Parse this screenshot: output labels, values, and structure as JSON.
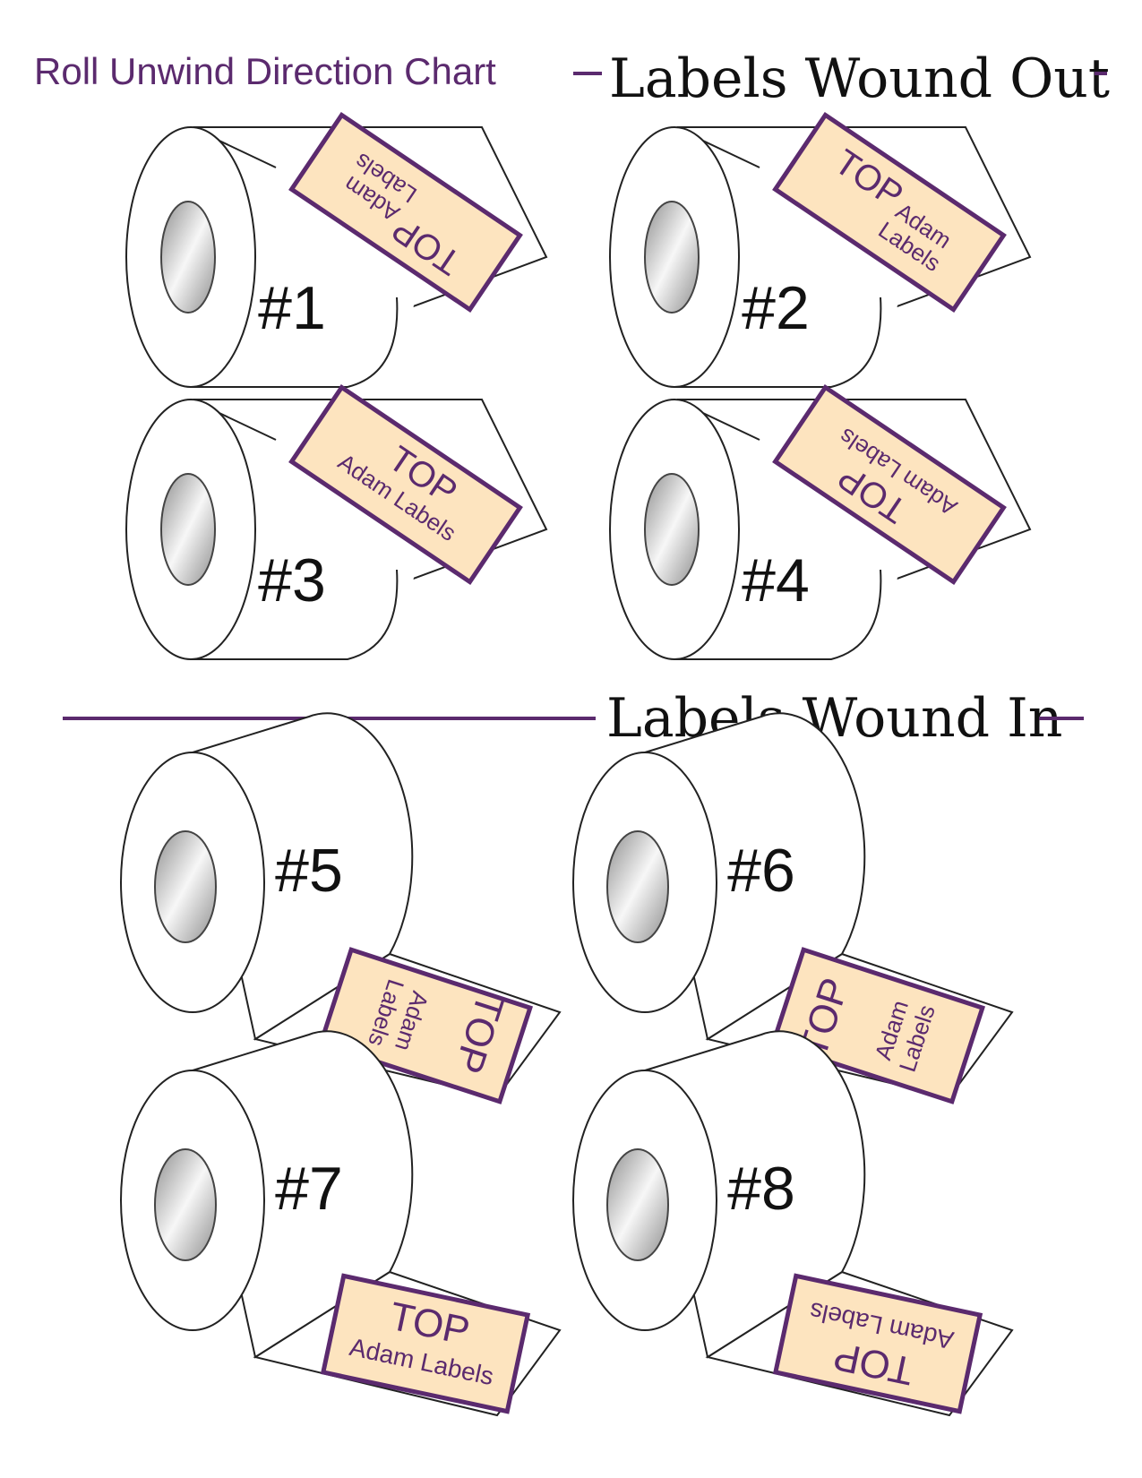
{
  "page": {
    "title": "Roll Unwind Direction Chart",
    "section_out": "Labels Wound Out",
    "section_in": "Labels Wound In"
  },
  "label_text": {
    "top": "TOP",
    "brand_line1": "Adam",
    "brand_line2": "Labels",
    "brand_full": "Adam Labels"
  },
  "rolls": [
    {
      "number": "#1",
      "wound": "out"
    },
    {
      "number": "#2",
      "wound": "out"
    },
    {
      "number": "#3",
      "wound": "out"
    },
    {
      "number": "#4",
      "wound": "out"
    },
    {
      "number": "#5",
      "wound": "in"
    },
    {
      "number": "#6",
      "wound": "in"
    },
    {
      "number": "#7",
      "wound": "in"
    },
    {
      "number": "#8",
      "wound": "in"
    }
  ],
  "colors": {
    "purple": "#5b2a6e",
    "label_fill": "#fde4bf",
    "ink": "#111111",
    "core_light": "#f2f2f2",
    "core_dark": "#9a9a9a"
  }
}
